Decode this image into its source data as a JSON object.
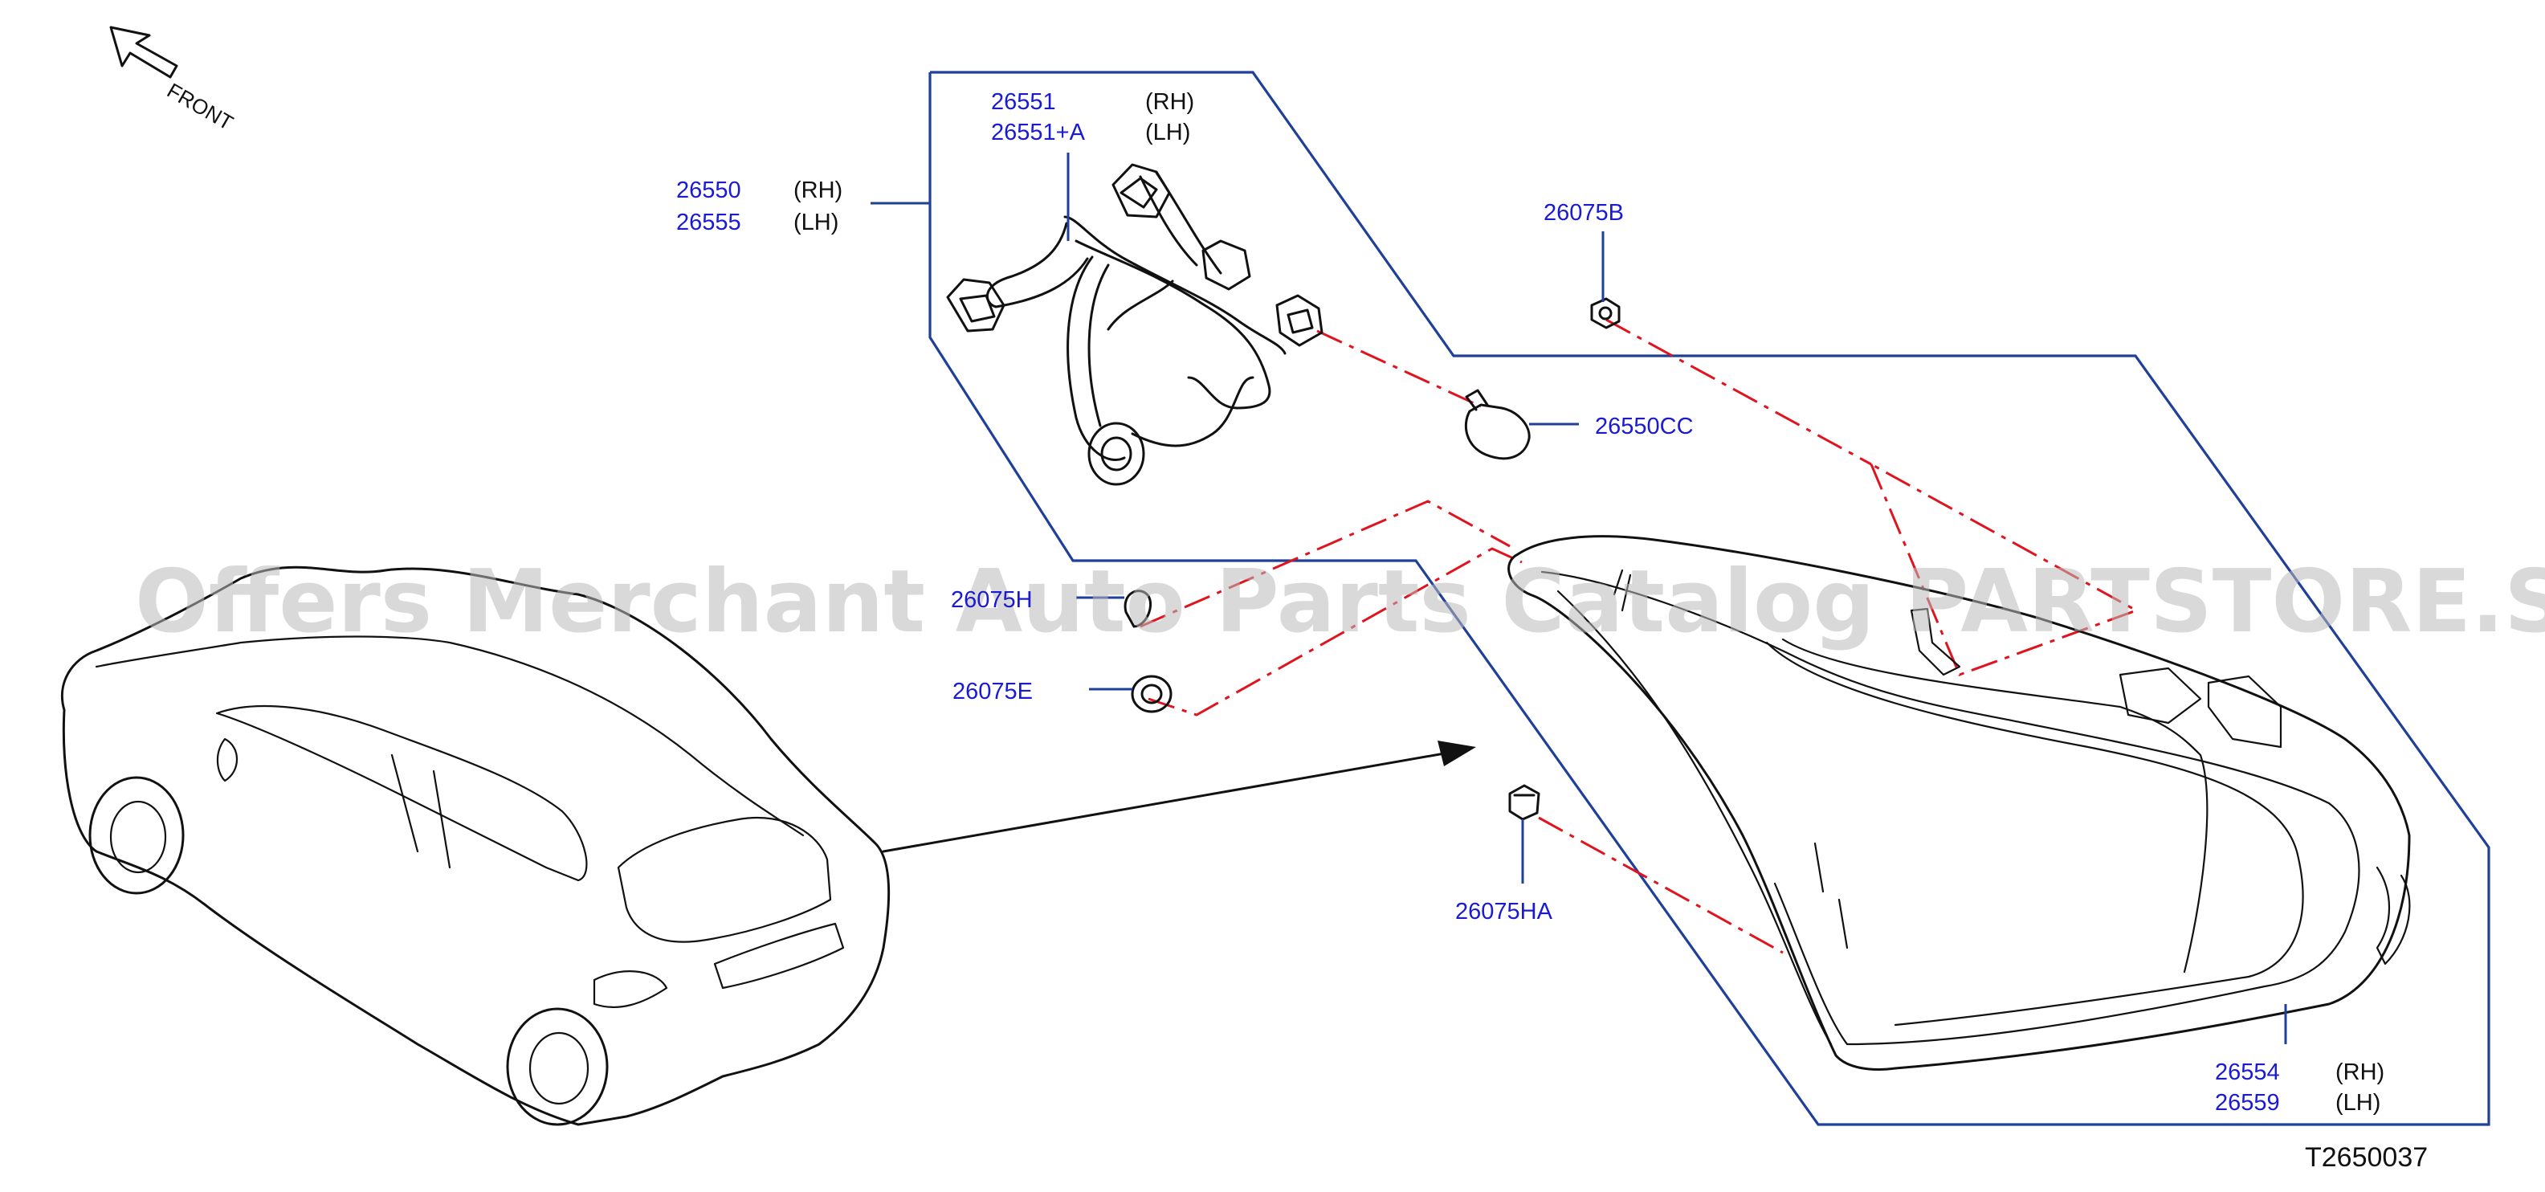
{
  "diagram": {
    "front_label": "FRONT",
    "watermark": "Offers Merchant Auto Parts Catalog PARTSTORE.SA",
    "figure_code": "T2650037",
    "parts": {
      "lamp_assembly": {
        "code_rh": "26550",
        "code_lh": "26555",
        "side_rh": "(RH)",
        "side_lh": "(LH)"
      },
      "harness": {
        "code_rh": "26551",
        "code_lh": "26551+A",
        "side_rh": "(RH)",
        "side_lh": "(LH)"
      },
      "clip_b": {
        "code": "26075B"
      },
      "bulb": {
        "code": "26550CC"
      },
      "clip_h": {
        "code": "26075H"
      },
      "clip_e": {
        "code": "26075E"
      },
      "clip_ha": {
        "code": "26075HA"
      },
      "housing": {
        "code_rh": "26554",
        "code_lh": "26559",
        "side_rh": "(RH)",
        "side_lh": "(LH)"
      }
    },
    "colors": {
      "label": "#1a1ad0",
      "frame": "#1f3f99",
      "exploded_line": "#e0141e",
      "drawing": "#111111"
    }
  }
}
